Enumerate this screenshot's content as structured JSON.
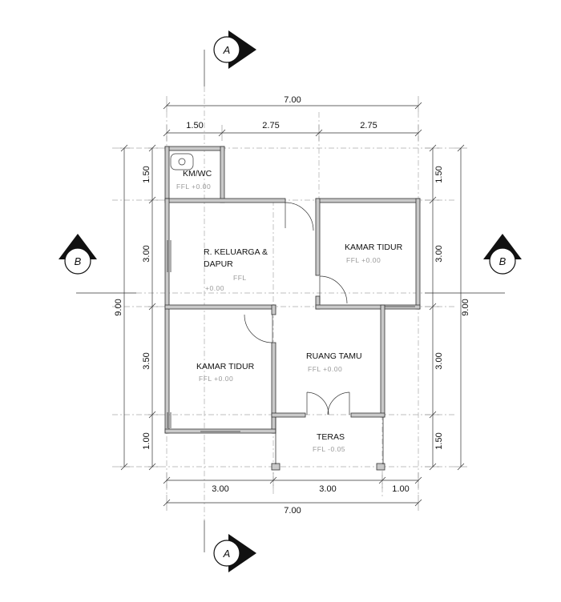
{
  "dimensions": {
    "top_total": "7.00",
    "top_seg_1": "1.50",
    "top_seg_2": "2.75",
    "top_seg_3": "2.75",
    "bottom_total": "7.00",
    "bottom_seg_1": "3.00",
    "bottom_seg_2": "3.00",
    "bottom_seg_3": "1.00",
    "left_total": "9.00",
    "left_seg_1": "1.50",
    "left_seg_2": "3.00",
    "left_seg_3": "3.50",
    "left_seg_4": "1.00",
    "right_total": "9.00",
    "right_seg_1": "1.50",
    "right_seg_2": "3.00",
    "right_seg_3": "3.00",
    "right_seg_4": "1.50"
  },
  "rooms": {
    "kmwc": {
      "name": "KM/WC",
      "ffl": "FFL +0.00"
    },
    "keluarga": {
      "name_line1": "R. KELUARGA &",
      "name_line2": "DAPUR",
      "ffl_line1": "FFL",
      "ffl_line2": "+0.00"
    },
    "kamar_kanan": {
      "name": "KAMAR TIDUR",
      "ffl": "FFL +0.00"
    },
    "kamar_kiri": {
      "name": "KAMAR TIDUR",
      "ffl": "FFL +0.00"
    },
    "ruang_tamu": {
      "name": "RUANG TAMU",
      "ffl": "FFL +0.00"
    },
    "teras": {
      "name": "TERAS",
      "ffl": "FFL -0.05"
    }
  },
  "section_marks": {
    "a_top": "A",
    "a_bottom": "A",
    "b_left": "B",
    "b_right": "B"
  }
}
